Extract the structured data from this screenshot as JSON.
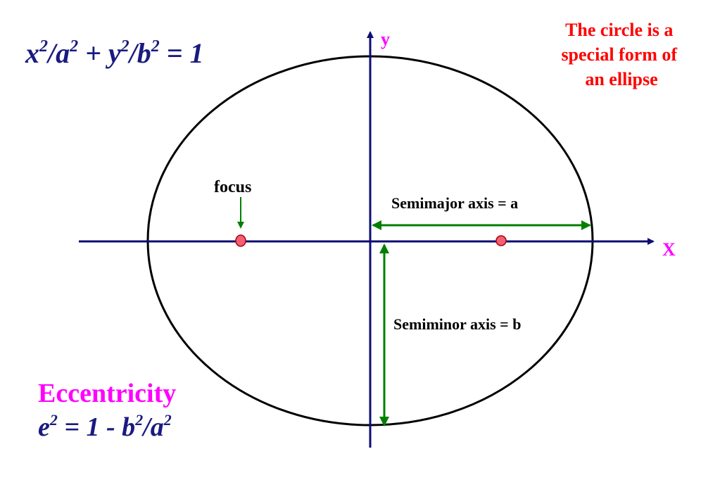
{
  "colors": {
    "axis": "#0d0d73",
    "ellipse": "#000000",
    "dimension": "#008000",
    "focus_fill": "#f06078",
    "focus_stroke": "#b00000",
    "equation": "#1a1a80",
    "note": "#ff0000",
    "eccentricity_title": "#ff00ff",
    "label": "#000000",
    "axis_label_y": "#ff00ff",
    "axis_label_x": "#ff00ff"
  },
  "equation": {
    "x": "x",
    "x_exp": "2",
    "a": "/a",
    "a_exp": "2",
    "plus": " + y",
    "y_exp": "2",
    "b": "/b",
    "b_exp": "2",
    "rhs": " = 1"
  },
  "note": {
    "line1": "The circle is a",
    "line2": "special form of",
    "line3": "an ellipse"
  },
  "axes": {
    "y_label": "y",
    "x_label": "X"
  },
  "focus_label": "focus",
  "semimajor_label": "Semimajor axis = a",
  "semiminor_label": "Semiminor axis = b",
  "eccentricity": {
    "title": "Eccentricity",
    "e": "e",
    "e_exp": "2",
    "mid": " = 1 - b",
    "b_exp": "2",
    "a": "/a",
    "a_exp": "2"
  }
}
